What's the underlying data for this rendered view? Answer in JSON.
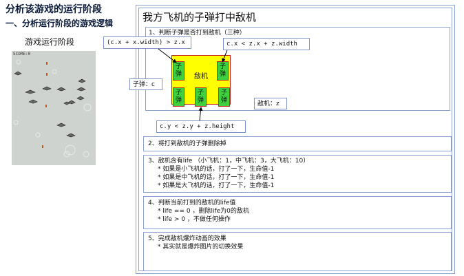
{
  "left": {
    "title": "分析该游戏的运行阶段",
    "subtitle": "一、分析运行阶段的游戏逻辑",
    "stage_label": "游戏运行阶段",
    "game_hud": "SCORE:0"
  },
  "panel": {
    "title": "我方飞机的子弹打中敌机",
    "section1": {
      "heading": "1、判断子弹是否打到敌机（三种）",
      "cond1": "(c.x + x.width) > z.x",
      "cond2": "c.x < z.x + z.width",
      "cond3": "c.y < z.y + z.height",
      "bullet_label": "子弹：c",
      "enemy_label": "敌机：z",
      "enemy_text": "敌机",
      "bullet_chars": [
        "子",
        "弹"
      ]
    },
    "section2": {
      "heading": "2、将打到敌机的子弹删除掉"
    },
    "section3": {
      "heading": "3、敌机含有life （小飞机：1，中飞机：3，大飞机：10）",
      "items": [
        "* 如果是小飞机的话，打了一下，生命值-1",
        "* 如果是中飞机的话，打了一下，生命值-1",
        "* 如果是大飞机的话，打了一下，生命值-1"
      ]
    },
    "section4": {
      "heading": "4、判断当前打到的敌机的life值",
      "items": [
        "* life == 0 ，删除life为0的敌机",
        "* life > 0 ，不做任何操作"
      ]
    },
    "section5": {
      "heading": "5、完成敌机爆炸动画的效果",
      "items": [
        "* 其实就是爆炸图片的切换效果"
      ]
    }
  },
  "colors": {
    "border": "#8aa0cf",
    "enemy_fill": "#ffff00",
    "bullet_fill": "#3fcf3f",
    "red_outline": "#c82020"
  }
}
